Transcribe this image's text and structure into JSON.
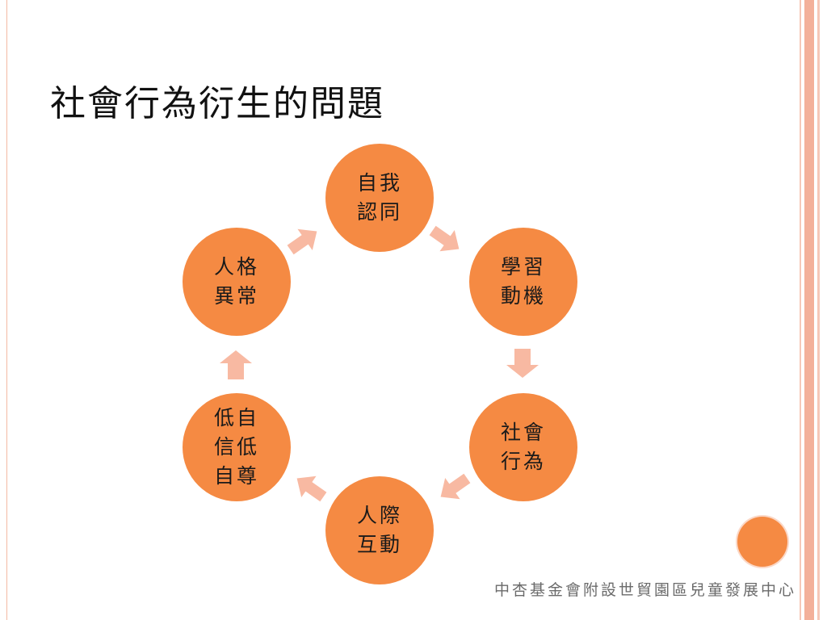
{
  "slide": {
    "title": "社會行為衍生的問題",
    "footer": "中杏基金會附設世貿園區兒童發展中心"
  },
  "cycle": {
    "nodes": [
      {
        "id": "self-identity",
        "label": "自我\n認同"
      },
      {
        "id": "learning-motivation",
        "label": "學習\n動機"
      },
      {
        "id": "social-behavior",
        "label": "社會\n行為"
      },
      {
        "id": "interpersonal-interaction",
        "label": "人際\n互動"
      },
      {
        "id": "low-self-esteem",
        "label": "低自\n信低\n自尊"
      },
      {
        "id": "personality-abnormality",
        "label": "人格\n異常"
      }
    ],
    "colors": {
      "node": "#f58a43",
      "arrow": "#f8b9a2",
      "text": "#1a1a1a"
    }
  }
}
